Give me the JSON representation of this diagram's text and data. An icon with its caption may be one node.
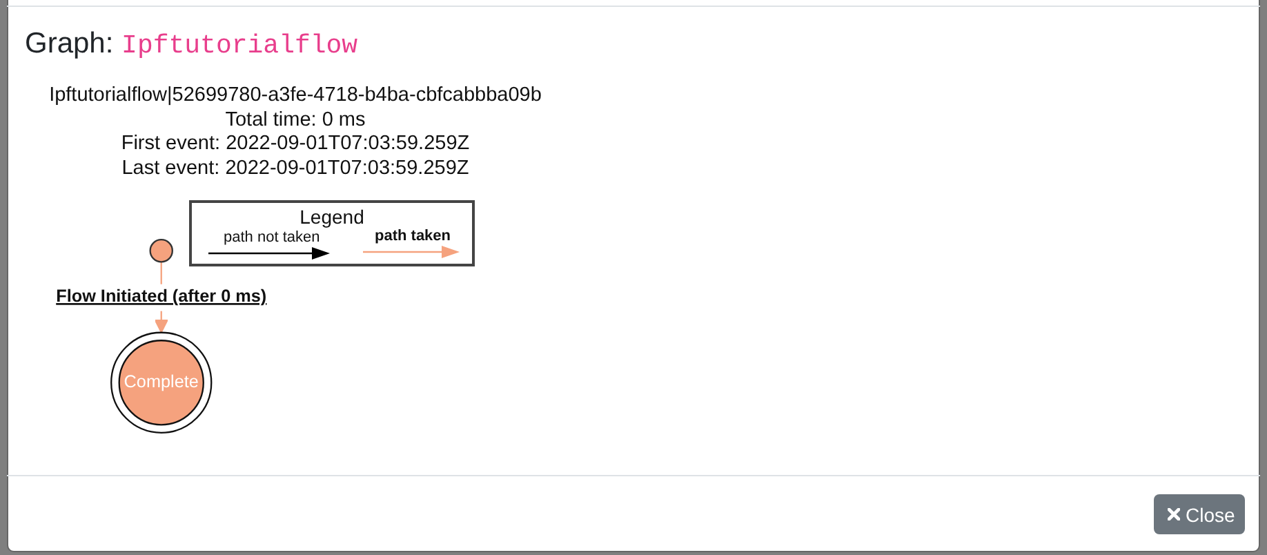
{
  "diagram": {
    "title": "Graph: Ipftutorialflow",
    "nodes": [
      {
        "text": [],
        "shape": "circle"
      },
      {
        "text": [
          "Complete"
        ]
      }
    ],
    "edges": [
      {
        "from": 0,
        "to": 1,
        "arrow": "to",
        "label": "Flow Initiated (after 0 ms)",
        "color": "#f5a27e"
      }
    ],
    "labels": [
      "Ipftutorialflow|52699780-a3fe-4718-b4ba-cbfcabbba09b",
      "Total time: 0 ms",
      "First event: 2022-09-01T07:03:59.259Z",
      "Last event: 2022-09-01T07:03:59.259Z",
      "Legend",
      "Close"
    ],
    "legend": [
      {
        "text": "path not taken"
      },
      {
        "text": "path taken"
      }
    ]
  }
}
